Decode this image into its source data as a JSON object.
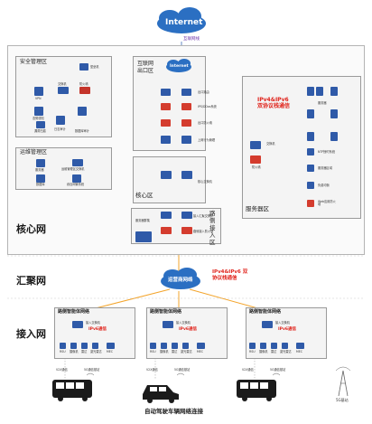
{
  "internet": {
    "title": "Internet",
    "link_label": "互联网线"
  },
  "tiers": {
    "core": "核心网",
    "aggregation": "汇聚网",
    "access": "接入网"
  },
  "security_zone": {
    "title": "安全管理区",
    "items": [
      "VPN",
      "交换机",
      "防火墙",
      "态势感知",
      "数据库审计",
      "日志审计",
      "漏洞扫描",
      "堡垒机"
    ]
  },
  "internet_egress": {
    "title": "互联网出口区",
    "cloud": "Internet",
    "items": [
      "出口路由",
      "IPS/DDos系统",
      "出口防火墙",
      "上网行为管理"
    ]
  },
  "ops_zone": {
    "title": "运维管理区",
    "items": [
      "服务器",
      "运维管理区交换机",
      "数据库",
      "综合网管系统"
    ]
  },
  "core_zone": {
    "title": "核心区",
    "switch_label": "核心交换机"
  },
  "roadside_zone": {
    "title": "路侧接入区",
    "items": [
      "服务器群集",
      "接入汇聚交换机",
      "路侧接入防火墙"
    ]
  },
  "server_zone": {
    "title": "服务器区",
    "banner": "IPv4&IPv6 双协议栈通信",
    "items": [
      "交换机",
      "防火墙",
      "服务器",
      "NTP授时系统",
      "服务器区域",
      "负载均衡",
      "Web应用防火墙"
    ]
  },
  "aggregation": {
    "cloud": "运营商网络",
    "banner": "IPv4&IPv6 双协议栈通信"
  },
  "access_units": [
    {
      "title": "路侧智能体网络",
      "tag": "IPv6通信",
      "items": [
        "接入交换机",
        "RSU",
        "摄像机",
        "雷达",
        "激光雷达",
        "MEC"
      ]
    },
    {
      "title": "路侧智能体网络",
      "tag": "IPv6通信",
      "items": [
        "接入交换机",
        "RSU",
        "摄像机",
        "雷达",
        "激光雷达",
        "MEC"
      ]
    },
    {
      "title": "路侧智能体网络",
      "tag": "IPv6通信",
      "items": [
        "接入交换机",
        "RSU",
        "摄像机",
        "雷达",
        "激光雷达",
        "MEC"
      ]
    }
  ],
  "vehicles": [
    {
      "v2x": "V2X通信",
      "base": "5G通信基站"
    },
    {
      "v2x": "V2X通信",
      "base": "5G通信基站"
    },
    {
      "v2x": "V2X通信",
      "base": "5G通信基站"
    }
  ],
  "base_station": "5G基站",
  "bottom_caption": "自动驾驶车辆网络连接",
  "colors": {
    "red_link": "#d62a1f",
    "blue_link": "#3d6db8",
    "orange_link": "#f3a42b",
    "cloud": "#2b6fc2",
    "device": "#2f5aa8"
  }
}
